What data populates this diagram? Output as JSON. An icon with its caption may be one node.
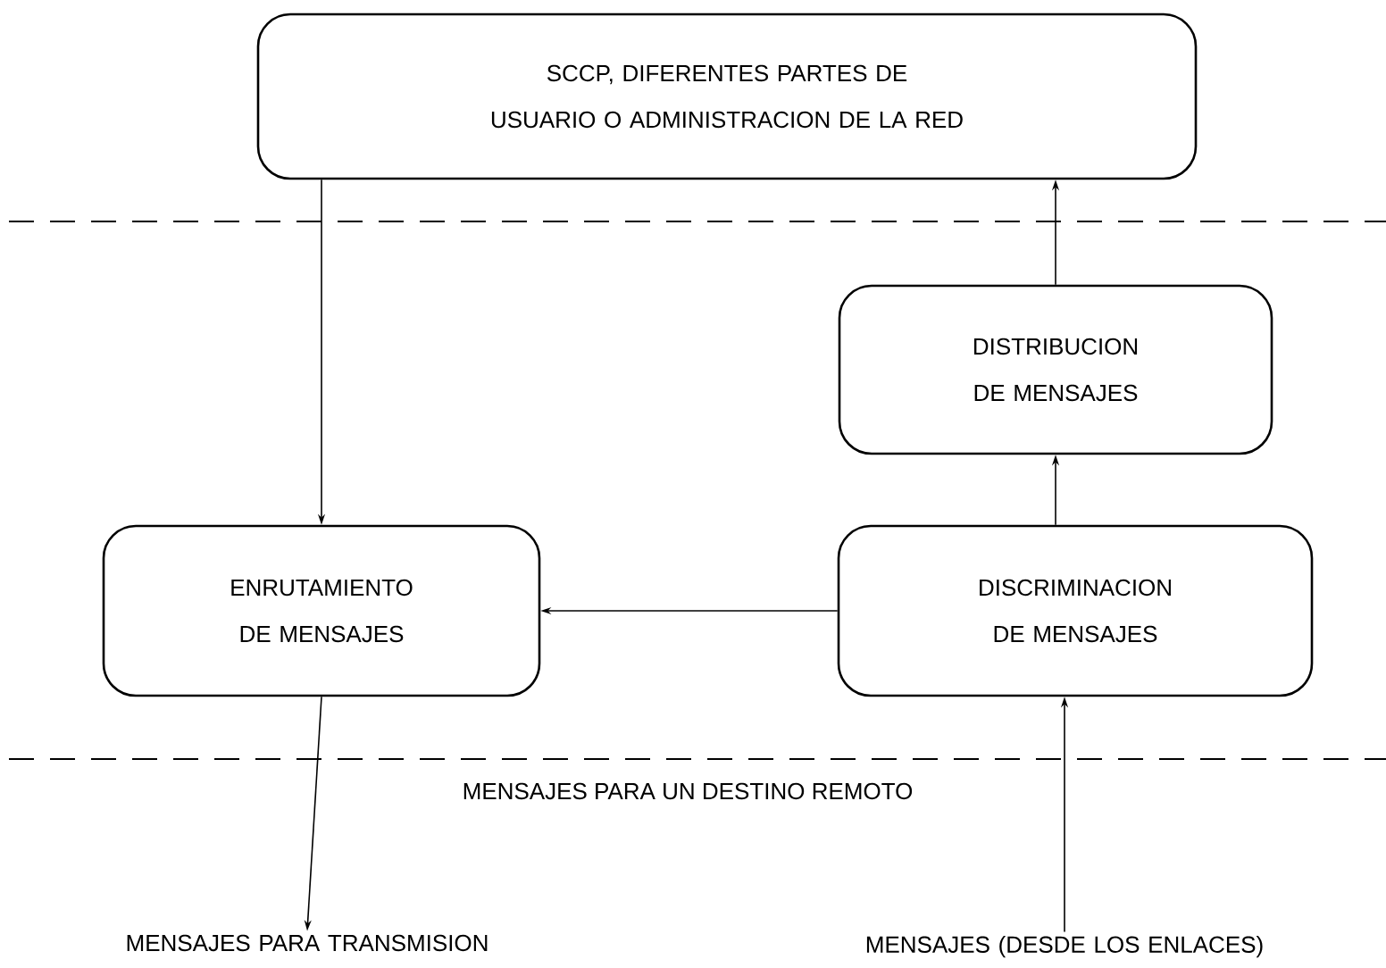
{
  "diagram": {
    "nodes": [
      {
        "text": [
          "SCCP, DIFERENTES PARTES DE USUARIO O ADMINISTRACION DE LA RED"
        ]
      },
      {
        "text": [
          "DISTRIBUCION DE MENSAJES"
        ]
      },
      {
        "text": [
          "ENRUTAMIENTO DE MENSAJES"
        ]
      },
      {
        "text": [
          "DISCRIMINACION DE MENSAJES"
        ]
      },
      {
        "text": [
          "MENSAJES PARA TRANSMISION"
        ]
      },
      {
        "text": [
          "MENSAJES (DESDE LOS ENLACES)"
        ]
      }
    ],
    "edges": [
      {
        "from": 0,
        "to": 2,
        "arrow": "to"
      },
      {
        "from": 1,
        "to": 0,
        "arrow": "to"
      },
      {
        "from": 3,
        "to": 1,
        "arrow": "to"
      },
      {
        "from": 3,
        "to": 2,
        "arrow": "to"
      },
      {
        "from": 2,
        "to": 4,
        "arrow": "to"
      },
      {
        "from": 5,
        "to": 3,
        "arrow": "to"
      }
    ],
    "labels": [
      "MENSAJES PARA UN DESTINO REMOTO"
    ]
  }
}
